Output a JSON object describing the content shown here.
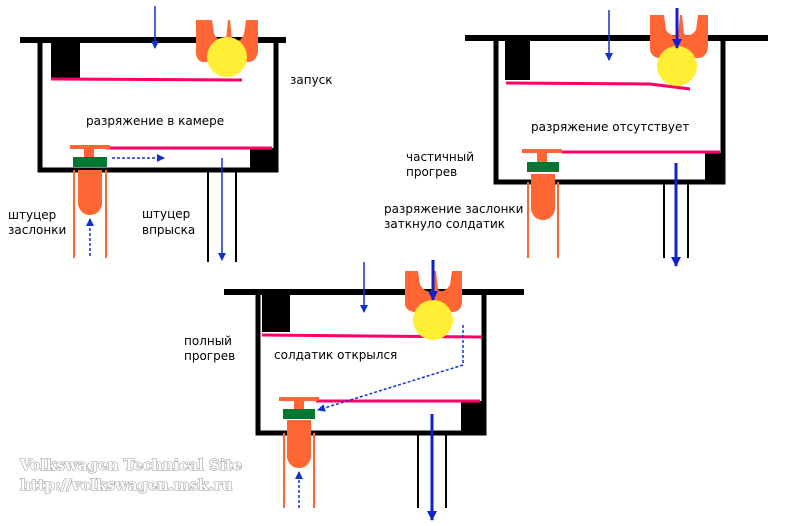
{
  "colors": {
    "body_black": "#000000",
    "membrane": "#ff0066",
    "valve_orange": "#ff6633",
    "valve_green": "#007733",
    "ball_yellow": "#ffee33",
    "flow_blue": "#1133cc",
    "strong_flow_blue": "#1122cc"
  },
  "labels": {
    "zapusk": "запуск",
    "razrezhenie_v_kamere": "разряжение в камере",
    "shtucer_zaslonki_1": "штуцер",
    "shtucer_zaslonki_2": "заслонки",
    "shtucer_vpryska_1": "штуцер",
    "shtucer_vpryska_2": "впрыска",
    "razrezhenie_otsutstvuet": "разряжение отсутствует",
    "chastichny_1": "частичный",
    "chastichny_2": "прогрев",
    "zatknulo_1": "разряжение заслонки",
    "zatknulo_2": "заткнуло солдатик",
    "polny_1": "полный",
    "polny_2": "прогрев",
    "soldatik_otkrylsya": "солдатик открылся"
  },
  "watermark": {
    "line1": "Volkswagen Technical Site",
    "line2": "http://volkswagen.msk.ru"
  },
  "icons": {
    "ball": "ball-valve-icon",
    "soldatik": "thermo-valve-icon",
    "arrow": "flow-arrow-icon"
  }
}
